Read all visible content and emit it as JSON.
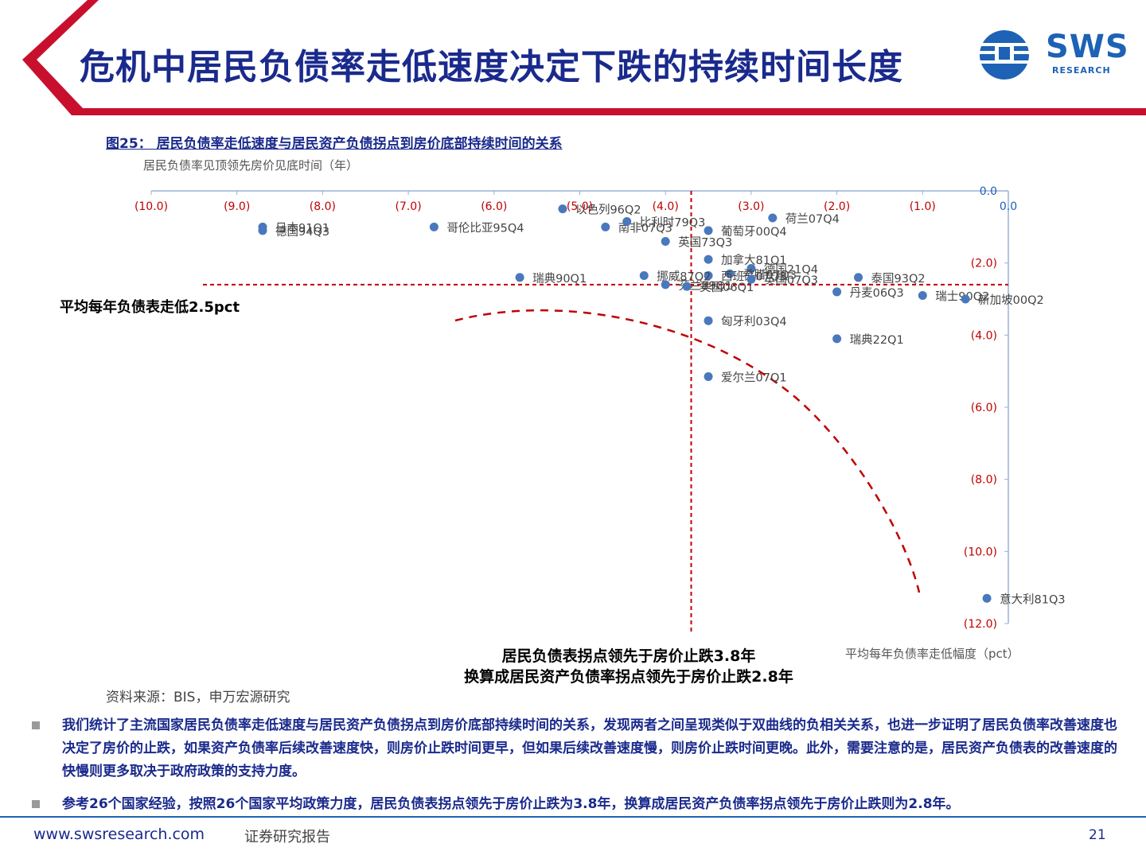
{
  "header": {
    "title": "危机中居民负债率走低速度决定下跌的持续时间长度",
    "logo_text": "SWS",
    "logo_sub": "RESEARCH"
  },
  "figure": {
    "title": "图25： 居民负债率走低速度与居民资产负债拐点到房价底部持续时间的关系",
    "y_caption": "居民负债率见顶领先房价见底时间（年）",
    "x_caption": "平均每年负债率走低幅度（pct）",
    "annotation_left": "平均每年负债表走低2.5pct",
    "annotation_bottom_1": "居民负债表拐点领先于房价止跌3.8年",
    "annotation_bottom_2": "换算成居民资产负债率拐点领先于房价止跌2.8年",
    "source": "资料来源：BIS，申万宏源研究"
  },
  "chart_data": {
    "type": "scatter",
    "x_ticks": [
      {
        "value": -10,
        "label": "(10.0)"
      },
      {
        "value": -9,
        "label": "(9.0)"
      },
      {
        "value": -8,
        "label": "(8.0)"
      },
      {
        "value": -7,
        "label": "(7.0)"
      },
      {
        "value": -6,
        "label": "(6.0)"
      },
      {
        "value": -5,
        "label": "(5.0)"
      },
      {
        "value": -4,
        "label": "(4.0)"
      },
      {
        "value": -3,
        "label": "(3.0)"
      },
      {
        "value": -2,
        "label": "(2.0)"
      },
      {
        "value": -1,
        "label": "(1.0)"
      },
      {
        "value": 0,
        "label": "0.0"
      }
    ],
    "y_ticks": [
      {
        "value": 0,
        "label": "0.0"
      },
      {
        "value": -2,
        "label": "(2.0)"
      },
      {
        "value": -4,
        "label": "(4.0)"
      },
      {
        "value": -6,
        "label": "(6.0)"
      },
      {
        "value": -8,
        "label": "(8.0)"
      },
      {
        "value": -10,
        "label": "(10.0)"
      },
      {
        "value": -12,
        "label": "(12.0)"
      }
    ],
    "xlim": [
      -10,
      0
    ],
    "ylim": [
      -12,
      0
    ],
    "reference_lines": {
      "x": -3.7,
      "y": -2.6
    },
    "points": [
      {
        "label": "日本91Q1",
        "x": -8.7,
        "y": -1.0
      },
      {
        "label": "德国94Q3",
        "x": -8.7,
        "y": -1.1
      },
      {
        "label": "哥伦比亚95Q4",
        "x": -6.7,
        "y": -1.0
      },
      {
        "label": "以色列96Q2",
        "x": -5.2,
        "y": -0.5
      },
      {
        "label": "南非07Q3",
        "x": -4.7,
        "y": -1.0
      },
      {
        "label": "比利时79Q3",
        "x": -4.45,
        "y": -0.85
      },
      {
        "label": "葡萄牙00Q4",
        "x": -3.5,
        "y": -1.1
      },
      {
        "label": "英国73Q3",
        "x": -4.0,
        "y": -1.4
      },
      {
        "label": "荷兰07Q4",
        "x": -2.75,
        "y": -0.75
      },
      {
        "label": "加拿大81Q1",
        "x": -3.5,
        "y": -1.9
      },
      {
        "label": "德国21Q4",
        "x": -3.0,
        "y": -2.15
      },
      {
        "label": "希腊07Q3",
        "x": -3.25,
        "y": -2.3
      },
      {
        "label": "西班牙07Q3",
        "x": -3.5,
        "y": -2.35
      },
      {
        "label": "瑞典90Q1",
        "x": -5.7,
        "y": -2.4
      },
      {
        "label": "挪威87Q2",
        "x": -4.25,
        "y": -2.35
      },
      {
        "label": "芬兰89Q1",
        "x": -4.0,
        "y": -2.6
      },
      {
        "label": "美国06Q1",
        "x": -3.75,
        "y": -2.65
      },
      {
        "label": "英国07Q3",
        "x": -3.0,
        "y": -2.45
      },
      {
        "label": "泰国93Q2",
        "x": -1.75,
        "y": -2.4
      },
      {
        "label": "丹麦06Q3",
        "x": -2.0,
        "y": -2.8
      },
      {
        "label": "瑞士90Q2",
        "x": -1.0,
        "y": -2.9
      },
      {
        "label": "新加坡00Q2",
        "x": -0.5,
        "y": -3.0
      },
      {
        "label": "匈牙利03Q4",
        "x": -3.5,
        "y": -3.6
      },
      {
        "label": "瑞典22Q1",
        "x": -2.0,
        "y": -4.1
      },
      {
        "label": "爱尔兰07Q1",
        "x": -3.5,
        "y": -5.15
      },
      {
        "label": "意大利81Q3",
        "x": -0.25,
        "y": -11.3
      }
    ],
    "colors": {
      "point": "#4a78bd",
      "reference": "#c00000",
      "curve": "#c00000",
      "x_tick": "#c00000",
      "y_tick": "#c00000"
    }
  },
  "bullets": [
    "我们统计了主流国家居民负债率走低速度与居民资产负债拐点到房价底部持续时间的关系，发现两者之间呈现类似于双曲线的负相关关系，也进一步证明了居民负债率改善速度也决定了房价的止跌，如果资产负债率后续改善速度快，则房价止跌时间更早，但如果后续改善速度慢，则房价止跌时间更晚。此外，需要注意的是，居民资产负债表的改善速度的快慢则更多取决于政府政策的支持力度。",
    "参考26个国家经验，按照26个国家平均政策力度，居民负债表拐点领先于房价止跌为3.8年，换算成居民资产负债率拐点领先于房价止跌则为2.8年。"
  ],
  "footer": {
    "url": "www.swsresearch.com",
    "label": "证券研究报告",
    "page_number": "21"
  }
}
